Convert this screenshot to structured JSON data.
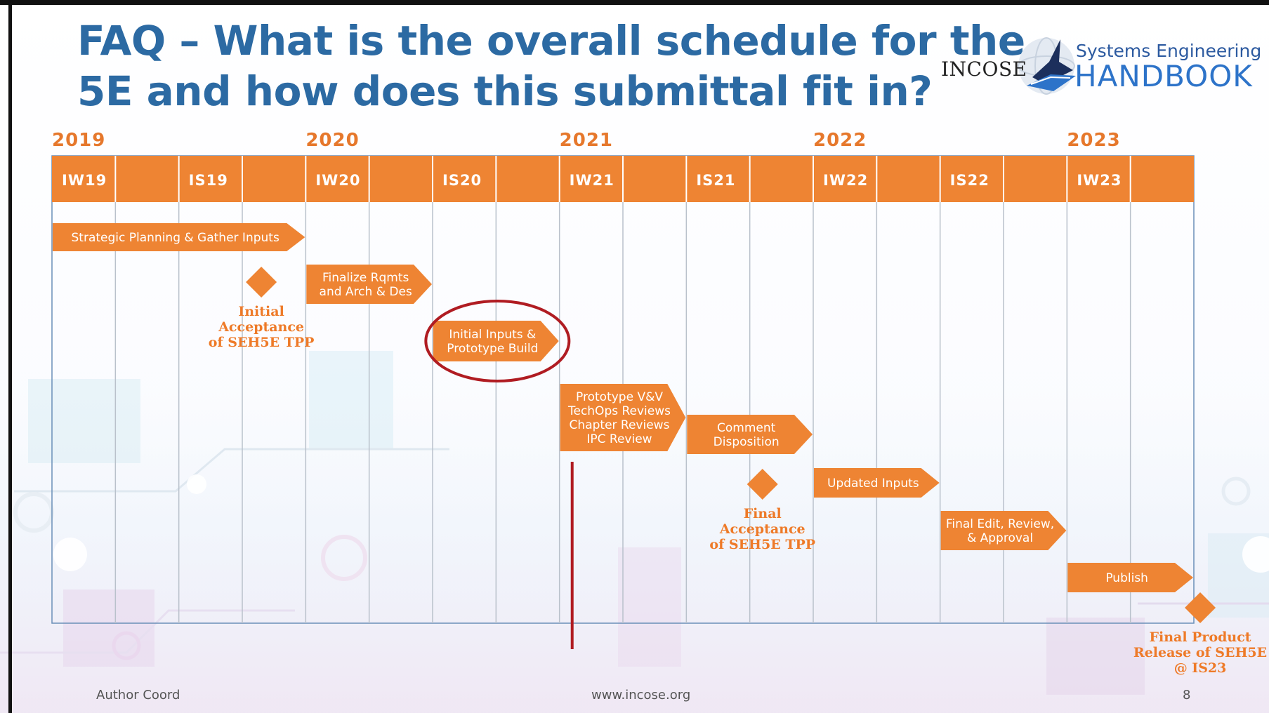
{
  "title": {
    "line1": "FAQ – What is the overall schedule for the",
    "line2": "5E and how does this submittal fit in?"
  },
  "logo": {
    "org": "INCOSE",
    "line1": "Systems Engineering",
    "line2": "HANDBOOK"
  },
  "years": [
    "2019",
    "2020",
    "2021",
    "2022",
    "2023"
  ],
  "periods": [
    "IW19",
    "",
    "IS19",
    "",
    "IW20",
    "",
    "IS20",
    "",
    "IW21",
    "",
    "IS21",
    "",
    "IW22",
    "",
    "IS22",
    "",
    "IW23",
    ""
  ],
  "tasks": [
    {
      "id": "strategic",
      "lines": [
        "Strategic Planning & Gather Inputs"
      ],
      "start": 0,
      "end": 4
    },
    {
      "id": "finalize",
      "lines": [
        "Finalize Rqmts",
        "and Arch & Des"
      ],
      "start": 4,
      "end": 6
    },
    {
      "id": "initial-inputs",
      "lines": [
        "Initial Inputs &",
        "Prototype Build"
      ],
      "start": 6,
      "end": 8,
      "highlighted": true
    },
    {
      "id": "prototype-vv",
      "lines": [
        "Prototype V&V",
        "TechOps Reviews",
        "Chapter Reviews",
        "IPC Review"
      ],
      "start": 8,
      "end": 10
    },
    {
      "id": "comment-disposition",
      "lines": [
        "Comment",
        "Disposition"
      ],
      "start": 10,
      "end": 12
    },
    {
      "id": "updated-inputs",
      "lines": [
        "Updated Inputs"
      ],
      "start": 12,
      "end": 14
    },
    {
      "id": "final-edit",
      "lines": [
        "Final Edit, Review,",
        "& Approval"
      ],
      "start": 14,
      "end": 16
    },
    {
      "id": "publish",
      "lines": [
        "Publish"
      ],
      "start": 16,
      "end": 18
    }
  ],
  "milestones": [
    {
      "id": "initial-acceptance",
      "lines": [
        "Initial",
        "Acceptance",
        "of SEH5E TPP"
      ],
      "at": 3.3
    },
    {
      "id": "final-acceptance",
      "lines": [
        "Final",
        "Acceptance",
        "of SEH5E TPP"
      ],
      "at": 11.2
    },
    {
      "id": "final-release",
      "lines": [
        "Final Product",
        "Release of SEH5E",
        "@ IS23"
      ],
      "at": 18.1
    }
  ],
  "current_marker_at": 8.2,
  "footer": {
    "left": "Author Coord",
    "center": "www.incose.org",
    "page": "8"
  },
  "colors": {
    "title": "#2c6aa3",
    "orange": "#ee8433",
    "milestone_text": "#ee7a28",
    "year_text": "#e6782c",
    "highlight_ring": "#b01c22",
    "marker": "#b01c22"
  }
}
